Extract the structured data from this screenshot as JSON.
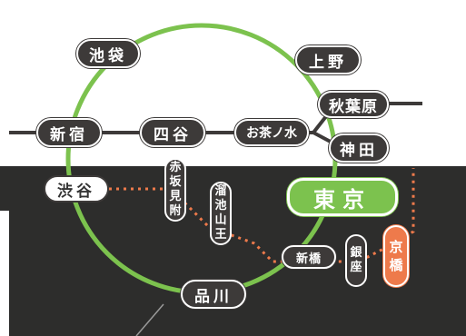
{
  "colors": {
    "jr_yamanote": "#7cc24e",
    "chuo_line": "#3d3a39",
    "subway_orange": "#ee7a4b",
    "dark_panel": "#2d2d2c",
    "station_dark": "#3d3a39"
  },
  "stations": {
    "ikebukuro": "池袋",
    "ueno": "上野",
    "akihabara": "秋葉原",
    "shinjuku": "新宿",
    "yotsuya": "四谷",
    "ochanomizu": "お茶ノ水",
    "kanda": "神田",
    "shibuya": "渋谷",
    "tokyo": "東京",
    "akasaka_mitsuke": [
      "赤",
      "坂",
      "見",
      "附"
    ],
    "tameike_sanno": [
      "溜",
      "池",
      "山",
      "王"
    ],
    "shimbashi": "新橋",
    "ginza": [
      "銀",
      "座"
    ],
    "kyobashi": [
      "京",
      "橋"
    ],
    "shinagawa": "品川"
  }
}
